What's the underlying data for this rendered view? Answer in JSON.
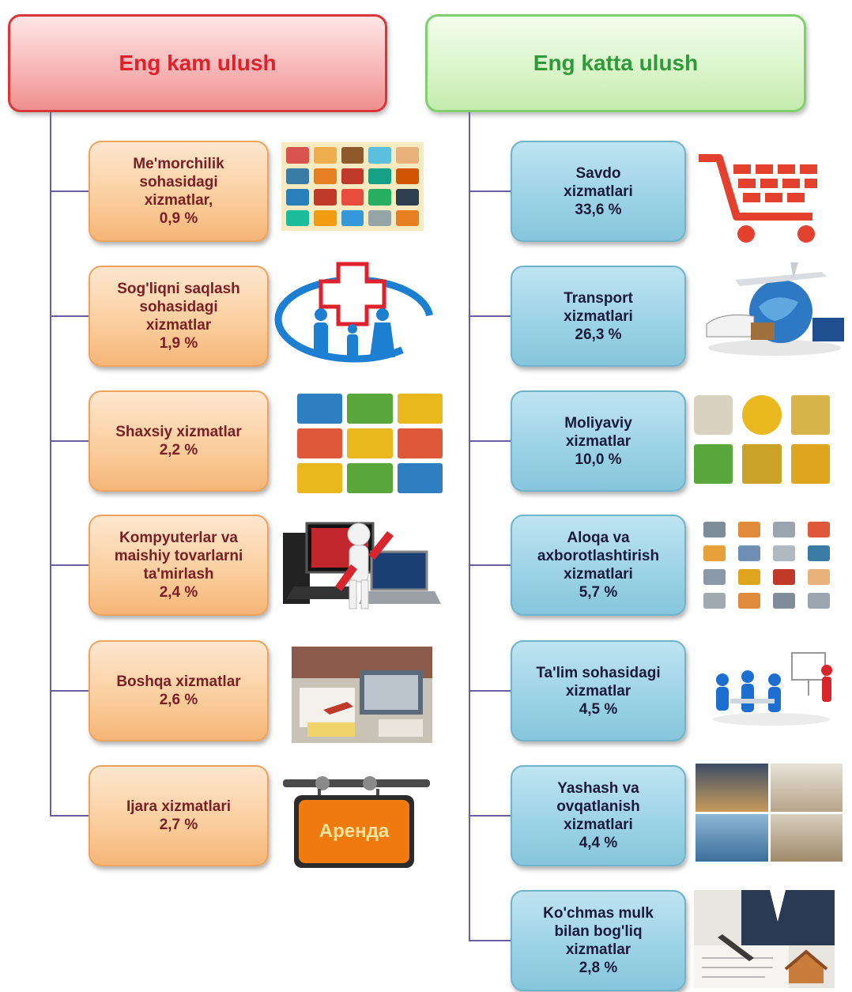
{
  "headers": {
    "left": "Eng kam ulush",
    "right": "Eng katta ulush"
  },
  "left_items": [
    {
      "lines": [
        "Me'morchilik",
        "sohasidagi",
        "xizmatlar,",
        "0,9 %"
      ],
      "share_percent": 0.9,
      "icon": "architecture-icons-collage"
    },
    {
      "lines": [
        "Sog'liqni saqlash",
        "sohasidagi",
        "xizmatlar",
        "1,9 %"
      ],
      "share_percent": 1.9,
      "icon": "healthcare-family-cross-icon"
    },
    {
      "lines": [
        "Shaxsiy  xizmatlar",
        "2,2 %"
      ],
      "share_percent": 2.2,
      "icon": "personal-services-icons-grid"
    },
    {
      "lines": [
        "Kompyuterlar va",
        "maishiy tovarlarni",
        "ta'mirlash",
        "2,4 %"
      ],
      "share_percent": 2.4,
      "icon": "computer-repair-icon"
    },
    {
      "lines": [
        "Boshqa xizmatlar",
        "2,6 %"
      ],
      "share_percent": 2.6,
      "icon": "office-desk-photo"
    },
    {
      "lines": [
        "Ijara xizmatlari",
        "2,7 %"
      ],
      "share_percent": 2.7,
      "icon": "rent-sign-icon"
    }
  ],
  "right_items": [
    {
      "lines": [
        "Savdo",
        "xizmatlari",
        "33,6 %"
      ],
      "share_percent": 33.6,
      "icon": "shopping-cart-icon"
    },
    {
      "lines": [
        "Transport",
        "xizmatlari",
        "26,3 %"
      ],
      "share_percent": 26.3,
      "icon": "transport-globe-icon"
    },
    {
      "lines": [
        "Moliyaviy",
        "xizmatlar",
        "10,0 %"
      ],
      "share_percent": 10.0,
      "icon": "finance-icons-collage"
    },
    {
      "lines": [
        "Aloqa va",
        "axborotlashtirish",
        "xizmatlari",
        "5,7 %"
      ],
      "share_percent": 5.7,
      "icon": "communication-icons-grid"
    },
    {
      "lines": [
        "Ta'lim sohasidagi",
        "xizmatlar",
        "4,5 %"
      ],
      "share_percent": 4.5,
      "icon": "education-presentation-icon"
    },
    {
      "lines": [
        "Yashash  va",
        "ovqatlanish",
        "xizmatlari",
        "4,4 %"
      ],
      "share_percent": 4.4,
      "icon": "hotel-photos-collage"
    },
    {
      "lines": [
        "Ko'chmas mulk",
        "bilan bog'liq",
        "xizmatlar",
        "2,8 %"
      ],
      "share_percent": 2.8,
      "icon": "real-estate-contract-photo"
    }
  ],
  "rent_sign_text": "Аренда",
  "colors": {
    "left_header_text": "#e0202a",
    "right_header_text": "#2e9a3a",
    "left_node_fill": "#fbcfa0",
    "right_node_fill": "#9dd3e6",
    "connector": "#6b5fa3"
  }
}
